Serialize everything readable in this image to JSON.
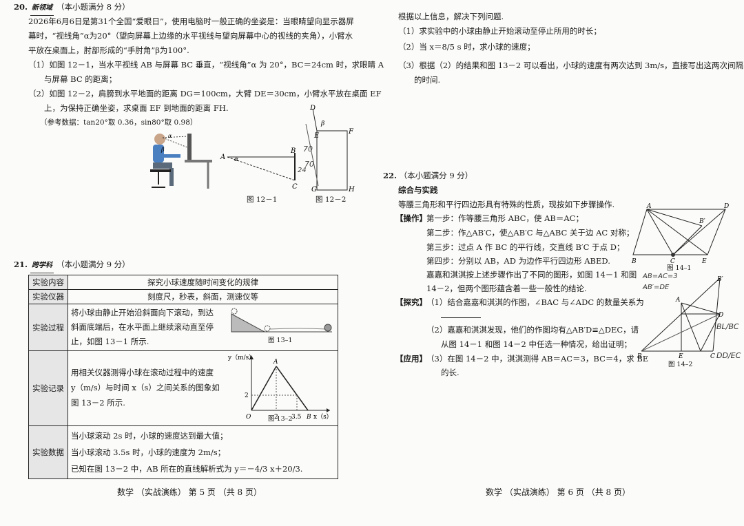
{
  "left_page": {
    "q20": {
      "num": "20.",
      "stamp": "新领域",
      "points": "（本小题满分 8 分）",
      "lines": [
        "2026年6月6日是第31个全国“爱眼日”，使用电脑时一般正确的坐姿是：当眼睛望向显示器屏",
        "幕时，“视线角”α为20°（望向屏幕上边缘的水平视线与望向屏幕中心的视线的夹角），小臂水",
        "平放在桌面上，肘部形成的“手肘角”β为100°."
      ],
      "sub1_a": "（1）如图 12－1，当水平视线 AB 与屏幕 BC 垂直，“视线角”α 为 20°，BC＝24cm 时，求眼睛 A",
      "sub1_b": "与屏幕 BC 的距离；",
      "sub2_a": "（2）如图 12－2，肩膀到水平地面的距离 DG＝100cm，大臂 DE＝30cm，小臂水平放在桌面 EF",
      "sub2_b": "上，为保持正确坐姿，求桌面 EF 到地面的距离 FH.",
      "ref": "（参考数据：tan20°取 0.36，sin80°取 0.98）",
      "fig1_caption": "图 12－1",
      "fig2_caption": "图 12－2",
      "fig1_labels": {
        "A": "A",
        "B": "B",
        "C": "C",
        "alpha": "α",
        "beta": "β"
      },
      "fig2_labels": {
        "D": "D",
        "E": "E",
        "F": "F",
        "G": "G",
        "H": "H",
        "beta": "β"
      },
      "hand_notes": [
        "70",
        "70",
        "24"
      ]
    },
    "q21": {
      "num": "21.",
      "stamp": "跨学科",
      "points": "（本小题满分 9 分）",
      "rows": [
        {
          "head": "实验内容",
          "text": "探究小球速度随时间变化的规律"
        },
        {
          "head": "实验仪器",
          "text": "刻度尺，秒表，斜面，测速仪等"
        },
        {
          "head": "实验过程",
          "lines": [
            "将小球由静止开始沿斜面向下滚动，到达",
            "斜面底端后，在水平面上继续滚动直至停",
            "止，如图 13－1 所示."
          ],
          "fig": "图 13–1"
        },
        {
          "head": "实验记录",
          "lines": [
            "用相关仪器测得小球在滚动过程中的速度",
            "y（m/s）与时间 x（s）之间关系的图象如",
            "图 13－2 所示."
          ],
          "fig": "图 13–2"
        },
        {
          "head": "实验数据",
          "lines": [
            "当小球滚动 2s 时，小球的速度达到最大值；",
            "当小球滚动 3.5s 时，小球的速度为 2m/s；",
            "已知在图 13－2 中，AB 所在的直线解析式为 y＝－4/3 x＋20/3."
          ]
        }
      ],
      "graph": {
        "ylabel": "y（m/s）",
        "xlabel": "x（s）",
        "origin": "O",
        "A": "A",
        "B": "B",
        "t2": "2",
        "t35": "3.5",
        "v2": "2"
      }
    },
    "footer": "数学 （实战演练） 第 5 页 （共 8 页）"
  },
  "right_page": {
    "intro": "根据以上信息，解决下列问题.",
    "items": [
      "（1）求实验中的小球由静止开始滚动至停止所用的时长；",
      "（2）当 x＝8/5 s 时，求小球的速度；",
      "（3）根据（2）的结果和图 13－2 可以看出，小球的速度有两次达到 3m/s，直接写出这两次间隔",
      "的时间."
    ],
    "q22": {
      "num": "22.",
      "points": "（本小题满分 9 分）",
      "title": "综合与实践",
      "intro": "等腰三角形和平行四边形具有特殊的性质，现按如下步骤操作.",
      "ops_label": "【操作】",
      "steps": [
        "第一步：作等腰三角形 ABC，使 AB＝AC；",
        "第二步：作△AB′C，使△AB′C 与△ABC 关于边 AC 对称；",
        "第三步：过点 A 作 BC 的平行线，交直线 B′C 于点 D；",
        "第四步：分别以 AB，AD 为边作平行四边形 ABED."
      ],
      "note_lines": [
        "嘉嘉和淇淇按上述步骤作出了不同的图形，如图 14－1 和图",
        "14－2，但两个图形蕴含着一些一般性的结论."
      ],
      "explore_label": "【探究】",
      "explore1": "（1）结合嘉嘉和淇淇的作图，∠BAC 与∠ADC 的数量关系为",
      "explore2_a": "（2）嘉嘉和淇淇发现，他们的作图均有△AB′D≌△DEC，请",
      "explore2_b": "从图 14－1 和图 14－2 中任选一种情况，给出证明；",
      "apply_label": "【应用】",
      "apply_a": "（3）在图 14－2 中，淇淇测得 AB＝AC＝3，BC＝4，求 BE",
      "apply_b": "的长.",
      "fig1_caption": "图 14–1",
      "fig2_caption": "图 14–2",
      "hand_notes": [
        "AB=AC=3",
        "AB′=DE",
        "BL/BC",
        "DD/EC"
      ]
    },
    "footer": "数学 （实战演练） 第 6 页 （共 8 页）"
  }
}
